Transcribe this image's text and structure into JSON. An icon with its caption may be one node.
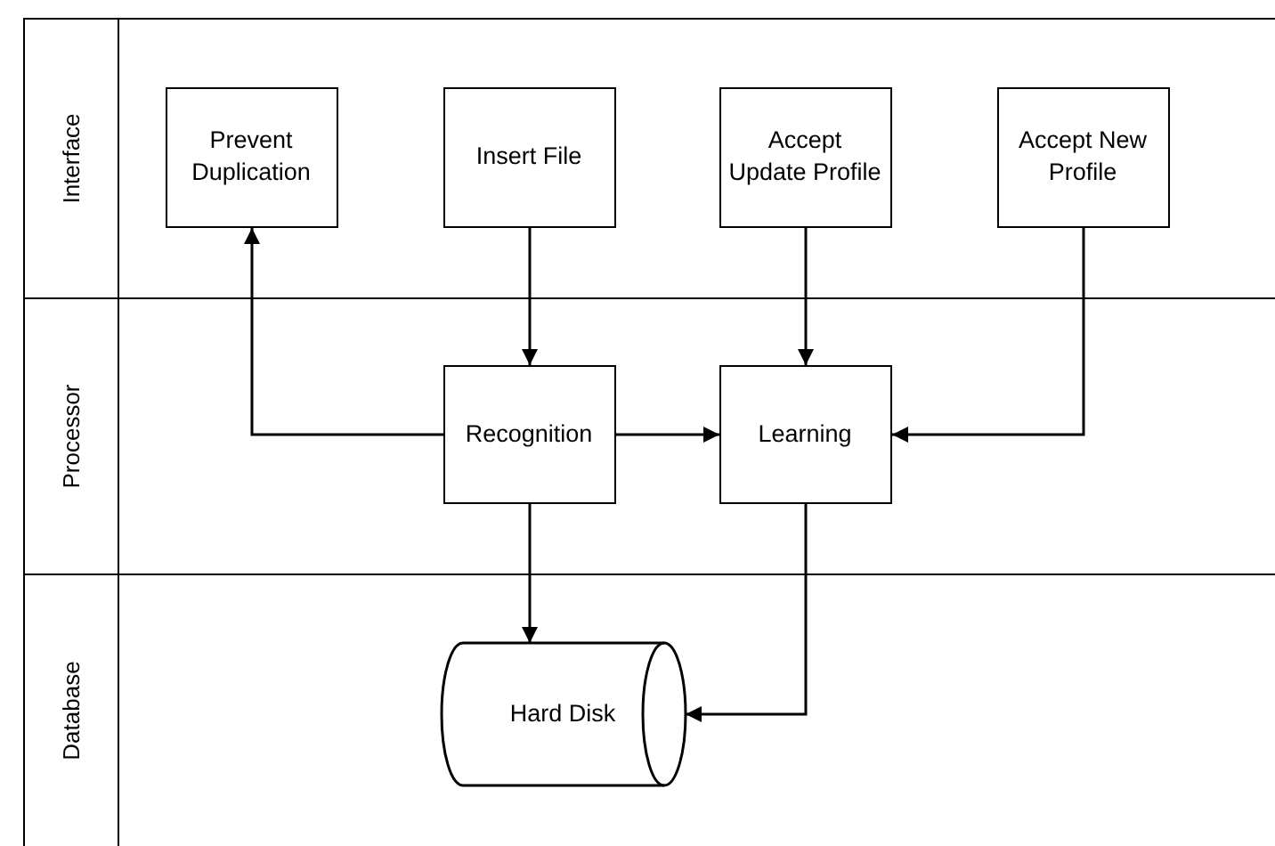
{
  "diagram": {
    "nodes": [
      {
        "text": [
          "Interface"
        ]
      },
      {
        "text": [
          "Prevent Duplication"
        ],
        "in": 0
      },
      {
        "text": [
          "Insert File"
        ],
        "in": 0
      },
      {
        "text": [
          "Accept Update Profile"
        ],
        "in": 0
      },
      {
        "text": [
          "Accept New Profile"
        ],
        "in": 0
      },
      {
        "text": [
          "Processor"
        ]
      },
      {
        "text": [
          "Recognition"
        ],
        "in": 5
      },
      {
        "text": [
          "Learning"
        ],
        "in": 5
      },
      {
        "text": [
          "Database"
        ]
      },
      {
        "text": [
          "Hard Disk"
        ],
        "in": 8
      }
    ],
    "edges": [
      {
        "from": 2,
        "to": 6,
        "arrow": "to"
      },
      {
        "from": 6,
        "to": 1,
        "arrow": "to"
      },
      {
        "from": 6,
        "to": 7,
        "arrow": "to"
      },
      {
        "from": 3,
        "to": 7,
        "arrow": "to"
      },
      {
        "from": 4,
        "to": 7,
        "arrow": "to"
      },
      {
        "from": 6,
        "to": 9,
        "arrow": "to"
      },
      {
        "from": 7,
        "to": 9,
        "arrow": "to"
      }
    ]
  }
}
